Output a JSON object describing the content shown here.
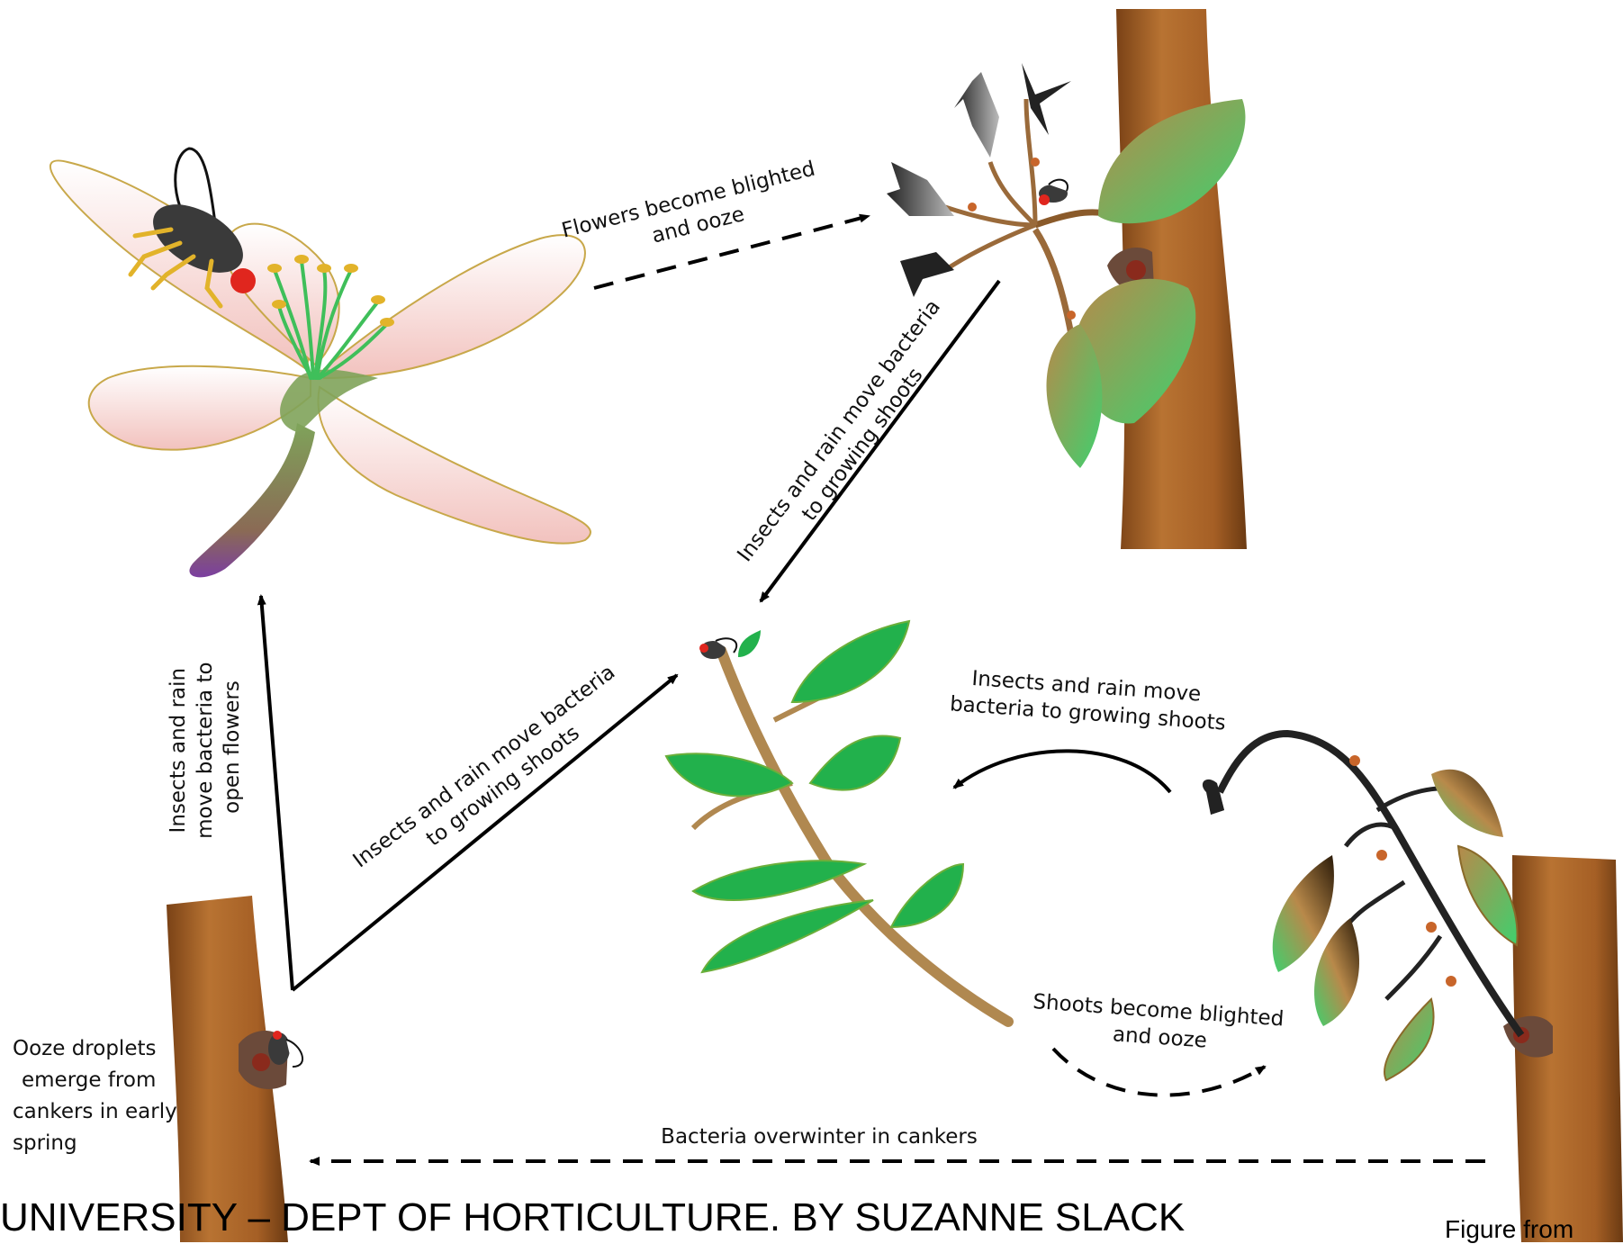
{
  "labels": {
    "flowers_blighted_1": "Flowers become blighted",
    "flowers_blighted_2": "and ooze",
    "insects_diag_1": "Insects and rain move bacteria",
    "insects_diag_2": "to growing shoots",
    "insects_up_1": "Insects and rain",
    "insects_up_2": "move bacteria to",
    "insects_up_3": "open flowers",
    "insects_center_1": "Insects and rain move bacteria",
    "insects_center_2": "to growing shoots",
    "insects_right_1": "Insects and rain move",
    "insects_right_2": "bacteria to growing shoots",
    "shoots_blighted_1": "Shoots become blighted",
    "shoots_blighted_2": "and ooze",
    "ooze_1": "Ooze droplets",
    "ooze_2": "emerge from",
    "ooze_3": "cankers in early",
    "ooze_4": "spring",
    "overwinter": "Bacteria overwinter in cankers"
  },
  "footer": {
    "credit_left": "UNIVERSITY – DEPT OF HORTICULTURE. BY SUZANNE SLACK",
    "credit_right": "Figure from"
  },
  "colors": {
    "trunk": "#A0602A",
    "leaf_green": "#22B14C",
    "petal_pink": "#F6D3D0",
    "insect": "#3A3A3A"
  }
}
